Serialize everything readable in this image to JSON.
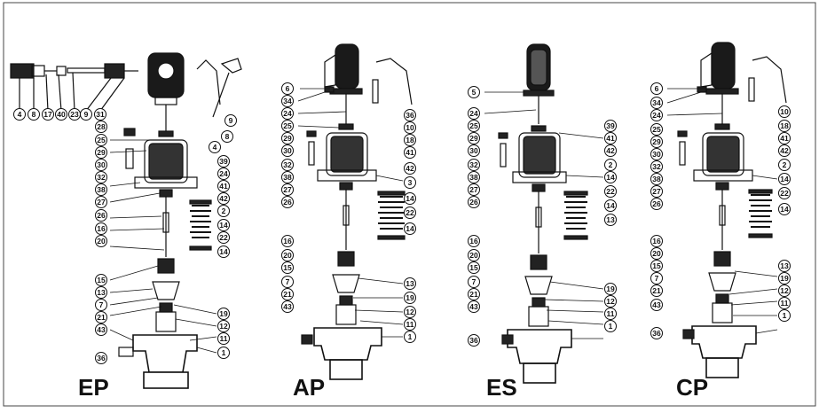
{
  "variants": [
    {
      "name": "EP"
    },
    {
      "name": "AP"
    },
    {
      "name": "ES"
    },
    {
      "name": "CP"
    }
  ],
  "callouts": {
    "ep": [
      "4",
      "8",
      "17",
      "40",
      "23",
      "9",
      "31",
      "28",
      "25",
      "29",
      "30",
      "32",
      "38",
      "27",
      "26",
      "16",
      "20",
      "15",
      "13",
      "7",
      "21",
      "43",
      "36",
      "9",
      "8",
      "4",
      "39",
      "24",
      "41",
      "42",
      "2",
      "14",
      "22",
      "14",
      "19",
      "12",
      "11",
      "1"
    ],
    "ap": [
      "6",
      "34",
      "24",
      "25",
      "29",
      "30",
      "32",
      "38",
      "27",
      "26",
      "16",
      "20",
      "15",
      "7",
      "21",
      "43",
      "36",
      "10",
      "18",
      "41",
      "42",
      "3",
      "14",
      "22",
      "14",
      "13",
      "19",
      "12",
      "11",
      "1"
    ],
    "es": [
      "5",
      "24",
      "25",
      "29",
      "30",
      "32",
      "38",
      "27",
      "26",
      "16",
      "20",
      "15",
      "7",
      "21",
      "43",
      "36",
      "39",
      "41",
      "42",
      "2",
      "14",
      "22",
      "14",
      "13",
      "19",
      "12",
      "11",
      "1"
    ],
    "cp": [
      "6",
      "34",
      "24",
      "25",
      "29",
      "30",
      "32",
      "38",
      "27",
      "26",
      "16",
      "20",
      "15",
      "7",
      "21",
      "43",
      "36",
      "10",
      "18",
      "41",
      "42",
      "2",
      "14",
      "22",
      "14",
      "13",
      "19",
      "12",
      "11",
      "1"
    ]
  }
}
